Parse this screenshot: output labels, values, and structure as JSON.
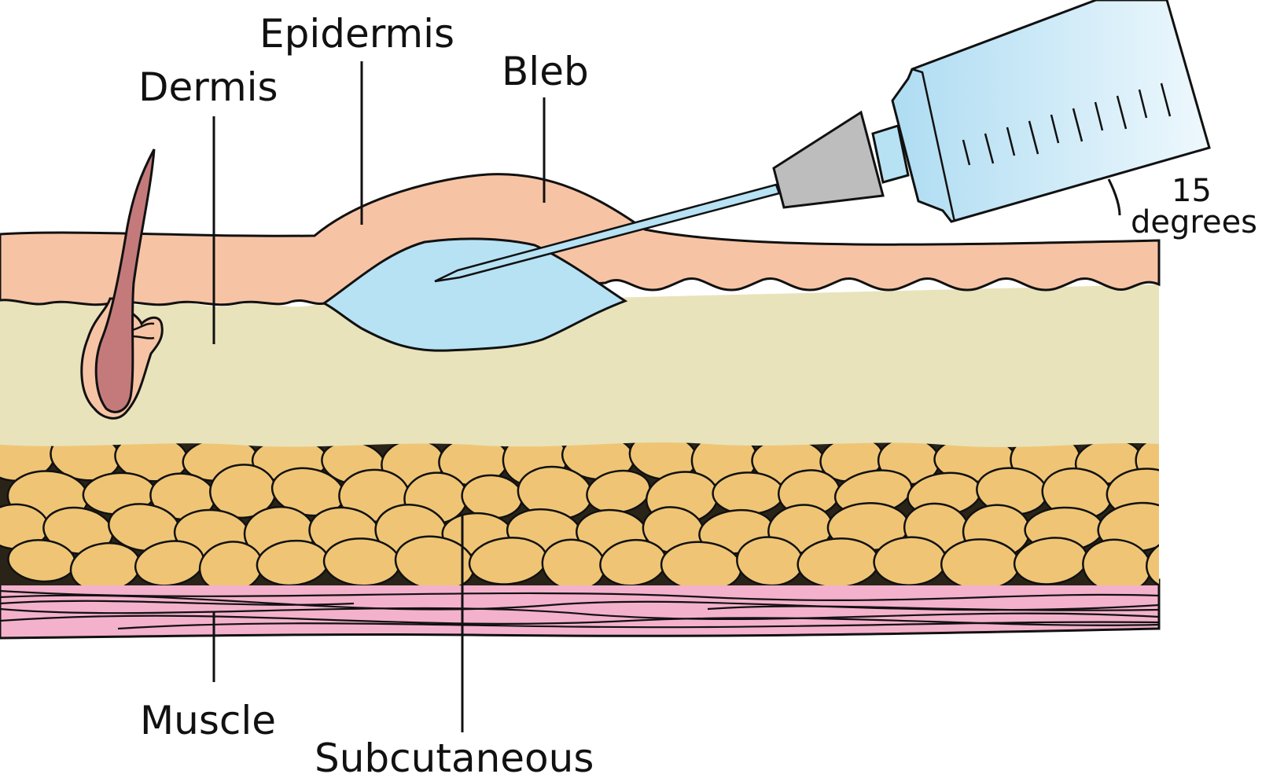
{
  "diagram": {
    "labels": {
      "epidermis": "Epidermis",
      "dermis": "Dermis",
      "bleb": "Bleb",
      "muscle": "Muscle",
      "subcutaneous": "Subcutaneous",
      "angle_value": "15",
      "angle_unit": "degrees"
    },
    "colors": {
      "epidermis": "#f6c4a5",
      "dermis": "#e8e3bb",
      "bleb": "#b7e2f4",
      "fat": "#efc575",
      "muscle": "#f4b1cc",
      "hair": "#c47a7b",
      "needle_hub": "#bdbdbd",
      "syringe_barrel": "#bfe5f6",
      "outline": "#111111"
    }
  }
}
